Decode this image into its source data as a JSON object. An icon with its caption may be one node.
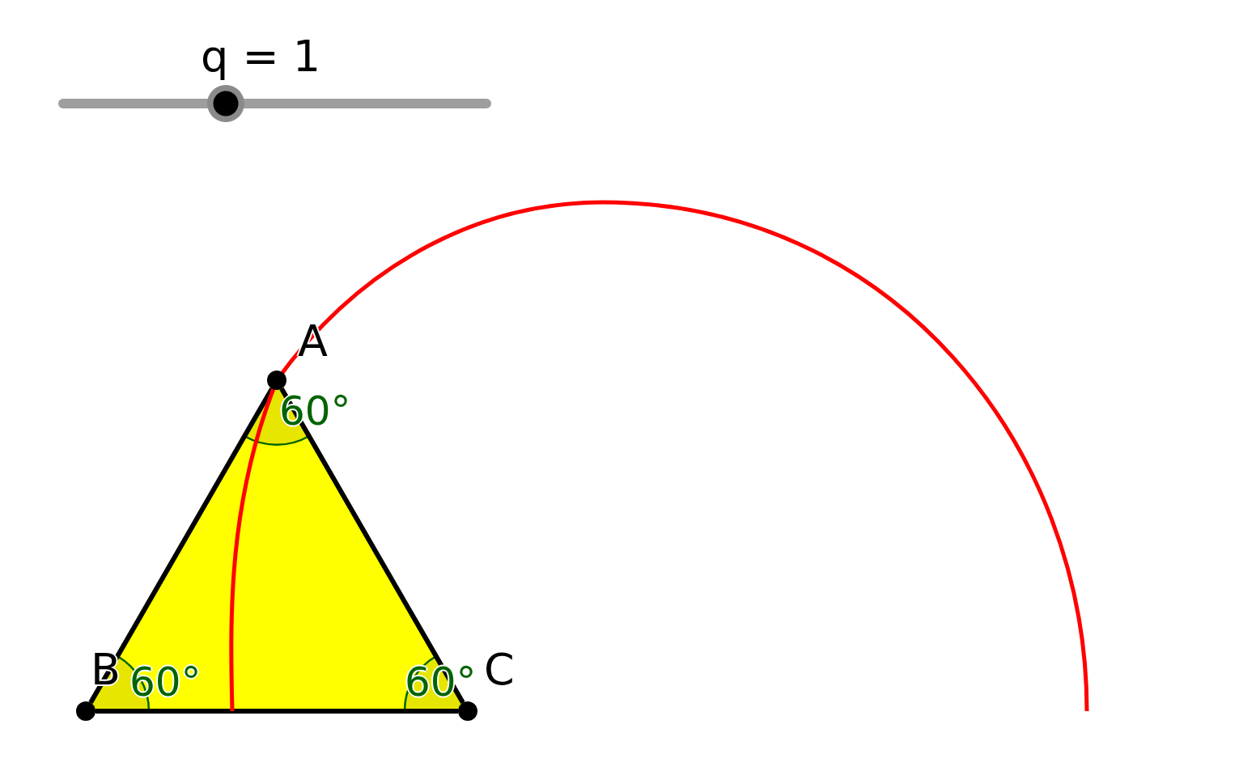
{
  "diagram": {
    "nodes": [
      {
        "text": [
          "A"
        ]
      },
      {
        "text": [
          "B"
        ]
      },
      {
        "text": [
          "C"
        ]
      }
    ],
    "edges": [
      {
        "from": 0,
        "to": 1,
        "arrow": "none"
      },
      {
        "from": 1,
        "to": 2,
        "arrow": "none"
      },
      {
        "from": 2,
        "to": 0,
        "arrow": "none"
      }
    ],
    "labels": [
      "q = 1",
      "60°",
      "60°",
      "60°"
    ]
  }
}
